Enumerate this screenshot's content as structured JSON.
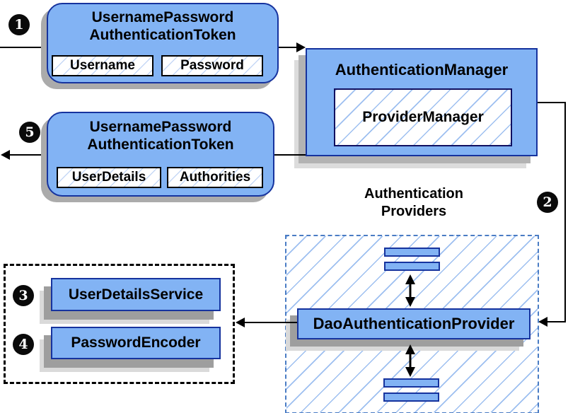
{
  "colors": {
    "box_fill": "#82B3F4",
    "box_border": "#16339E",
    "hatch_line": "#9DBFF0",
    "dashed_border": "#4A7CC4",
    "dotted_border": "#000000",
    "shadow_dark": "#9E9E9E",
    "shadow_light": "#D9D9D9",
    "arrow": "#000000",
    "badge_bg": "#000000",
    "badge_text": "#FFFFFF"
  },
  "steps": {
    "s1": "1",
    "s2": "2",
    "s3": "3",
    "s4": "4",
    "s5": "5"
  },
  "request_token": {
    "title_line1": "UsernamePassword",
    "title_line2": "AuthenticationToken",
    "field_left": "Username",
    "field_right": "Password"
  },
  "authentication_manager": {
    "title": "AuthenticationManager",
    "implementation": "ProviderManager"
  },
  "response_token": {
    "title_line1": "UsernamePassword",
    "title_line2": "AuthenticationToken",
    "field_left": "UserDetails",
    "field_right": "Authorities"
  },
  "authentication_providers": {
    "label_line1": "Authentication",
    "label_line2": "Providers",
    "provider": "DaoAuthenticationProvider"
  },
  "dao_dependencies": {
    "user_details_service": "UserDetailsService",
    "password_encoder": "PasswordEncoder"
  }
}
